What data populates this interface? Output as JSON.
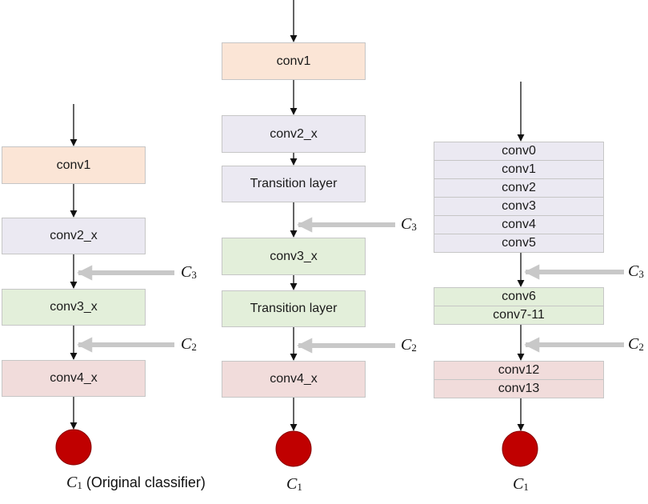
{
  "colors": {
    "orange": "#fbe5d6",
    "purple": "#ebe9f2",
    "green": "#e3efda",
    "pink": "#f1dcdb",
    "classifier_red": "#c00000",
    "gray_arrow": "#c8c8c8"
  },
  "left": {
    "blocks": [
      "conv1",
      "conv2_x",
      "conv3_x",
      "conv4_x"
    ],
    "c3": {
      "letter": "C",
      "sub": "3"
    },
    "c2": {
      "letter": "C",
      "sub": "2"
    },
    "c1": {
      "letter": "C",
      "sub": "1",
      "note": "(Original classifier)"
    }
  },
  "middle": {
    "blocks": [
      "conv1",
      "conv2_x",
      "Transition layer",
      "conv3_x",
      "Transition layer",
      "conv4_x"
    ],
    "c3": {
      "letter": "C",
      "sub": "3"
    },
    "c2": {
      "letter": "C",
      "sub": "2"
    },
    "c1": {
      "letter": "C",
      "sub": "1"
    }
  },
  "right": {
    "group1": [
      "conv0",
      "conv1",
      "conv2",
      "conv3",
      "conv4",
      "conv5"
    ],
    "group2": [
      "conv6",
      "conv7-11"
    ],
    "group3": [
      "conv12",
      "conv13"
    ],
    "c3": {
      "letter": "C",
      "sub": "3"
    },
    "c2": {
      "letter": "C",
      "sub": "2"
    },
    "c1": {
      "letter": "C",
      "sub": "1"
    }
  }
}
